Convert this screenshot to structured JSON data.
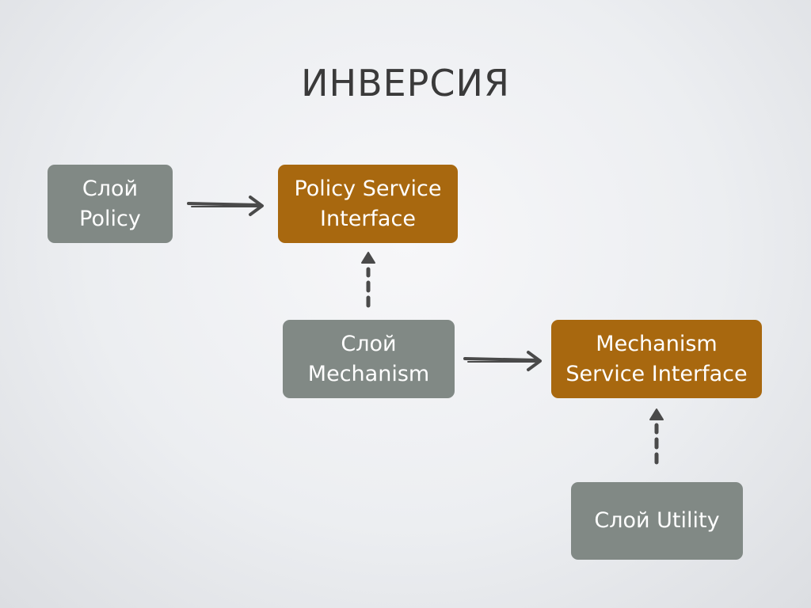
{
  "title": "ИНВЕРСИЯ",
  "colors": {
    "layer_box": "#818985",
    "interface_box": "#a8680f",
    "arrow": "#4a4a4a"
  },
  "nodes": {
    "policy_layer": {
      "label": "Слой\nPolicy"
    },
    "policy_service_interface": {
      "label": "Policy Service\nInterface"
    },
    "mechanism_layer": {
      "label": "Слой\nMechanism"
    },
    "mechanism_service_interface": {
      "label": "Mechanism\nService Interface"
    },
    "utility_layer": {
      "label": "Слой Utility"
    }
  },
  "edges": [
    {
      "from": "policy_layer",
      "to": "policy_service_interface",
      "style": "solid"
    },
    {
      "from": "mechanism_layer",
      "to": "policy_service_interface",
      "style": "dashed"
    },
    {
      "from": "mechanism_layer",
      "to": "mechanism_service_interface",
      "style": "solid"
    },
    {
      "from": "utility_layer",
      "to": "mechanism_service_interface",
      "style": "dashed"
    }
  ]
}
